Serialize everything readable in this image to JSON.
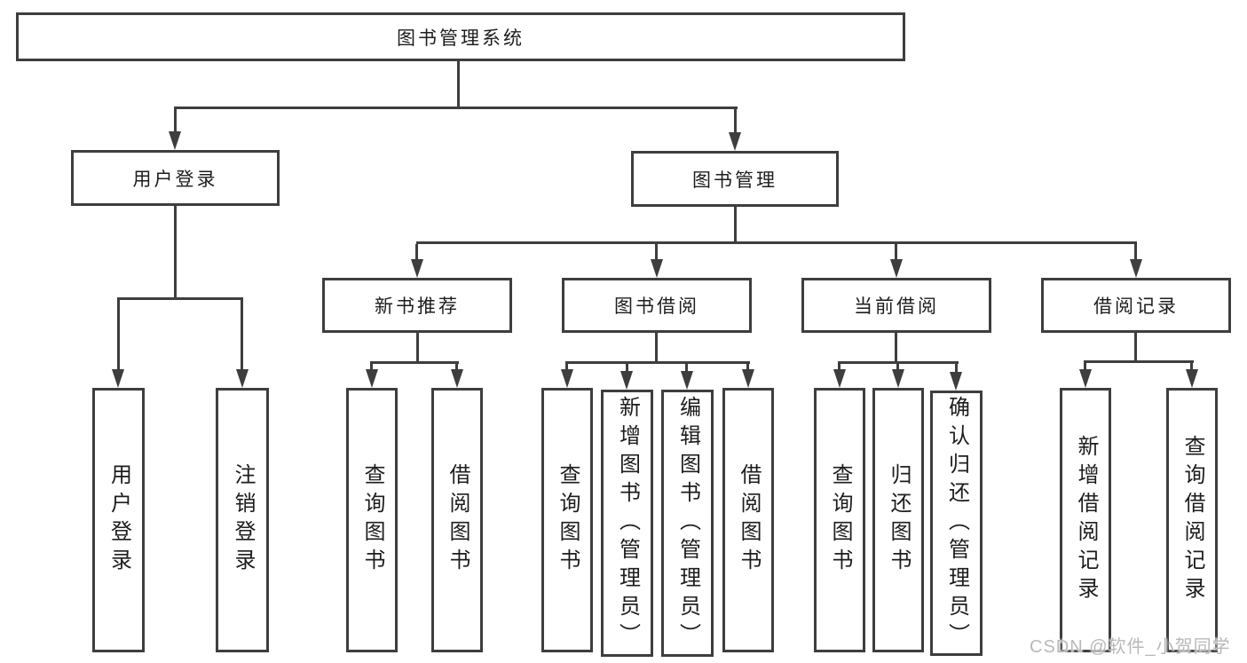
{
  "colors": {
    "line": "#3e3e3e",
    "text": "#1d1d1d",
    "background": "#ffffff",
    "watermark_text": "#b9b9b9"
  },
  "watermark": {
    "text": "CSDN @软件_小贺同学"
  },
  "chart_data": {
    "type": "tree-diagram",
    "title": "图书管理系统"
  },
  "tree": {
    "root": {
      "label": "图书管理系统"
    },
    "children": [
      {
        "label": "用户登录",
        "children": [
          {
            "label": "用户登录"
          },
          {
            "label": "注销登录"
          }
        ]
      },
      {
        "label": "图书管理",
        "children": [
          {
            "label": "新书推荐",
            "children": [
              {
                "label": "查询图书"
              },
              {
                "label": "借阅图书"
              }
            ]
          },
          {
            "label": "图书借阅",
            "children": [
              {
                "label": "查询图书"
              },
              {
                "label": "新增图书（管理员）"
              },
              {
                "label": "编辑图书（管理员）"
              },
              {
                "label": "借阅图书"
              }
            ]
          },
          {
            "label": "当前借阅",
            "children": [
              {
                "label": "查询图书"
              },
              {
                "label": "归还图书"
              },
              {
                "label": "确认归还（管理员）"
              }
            ]
          },
          {
            "label": "借阅记录",
            "children": [
              {
                "label": "新增借阅记录"
              },
              {
                "label": "查询借阅记录"
              }
            ]
          }
        ]
      }
    ]
  }
}
